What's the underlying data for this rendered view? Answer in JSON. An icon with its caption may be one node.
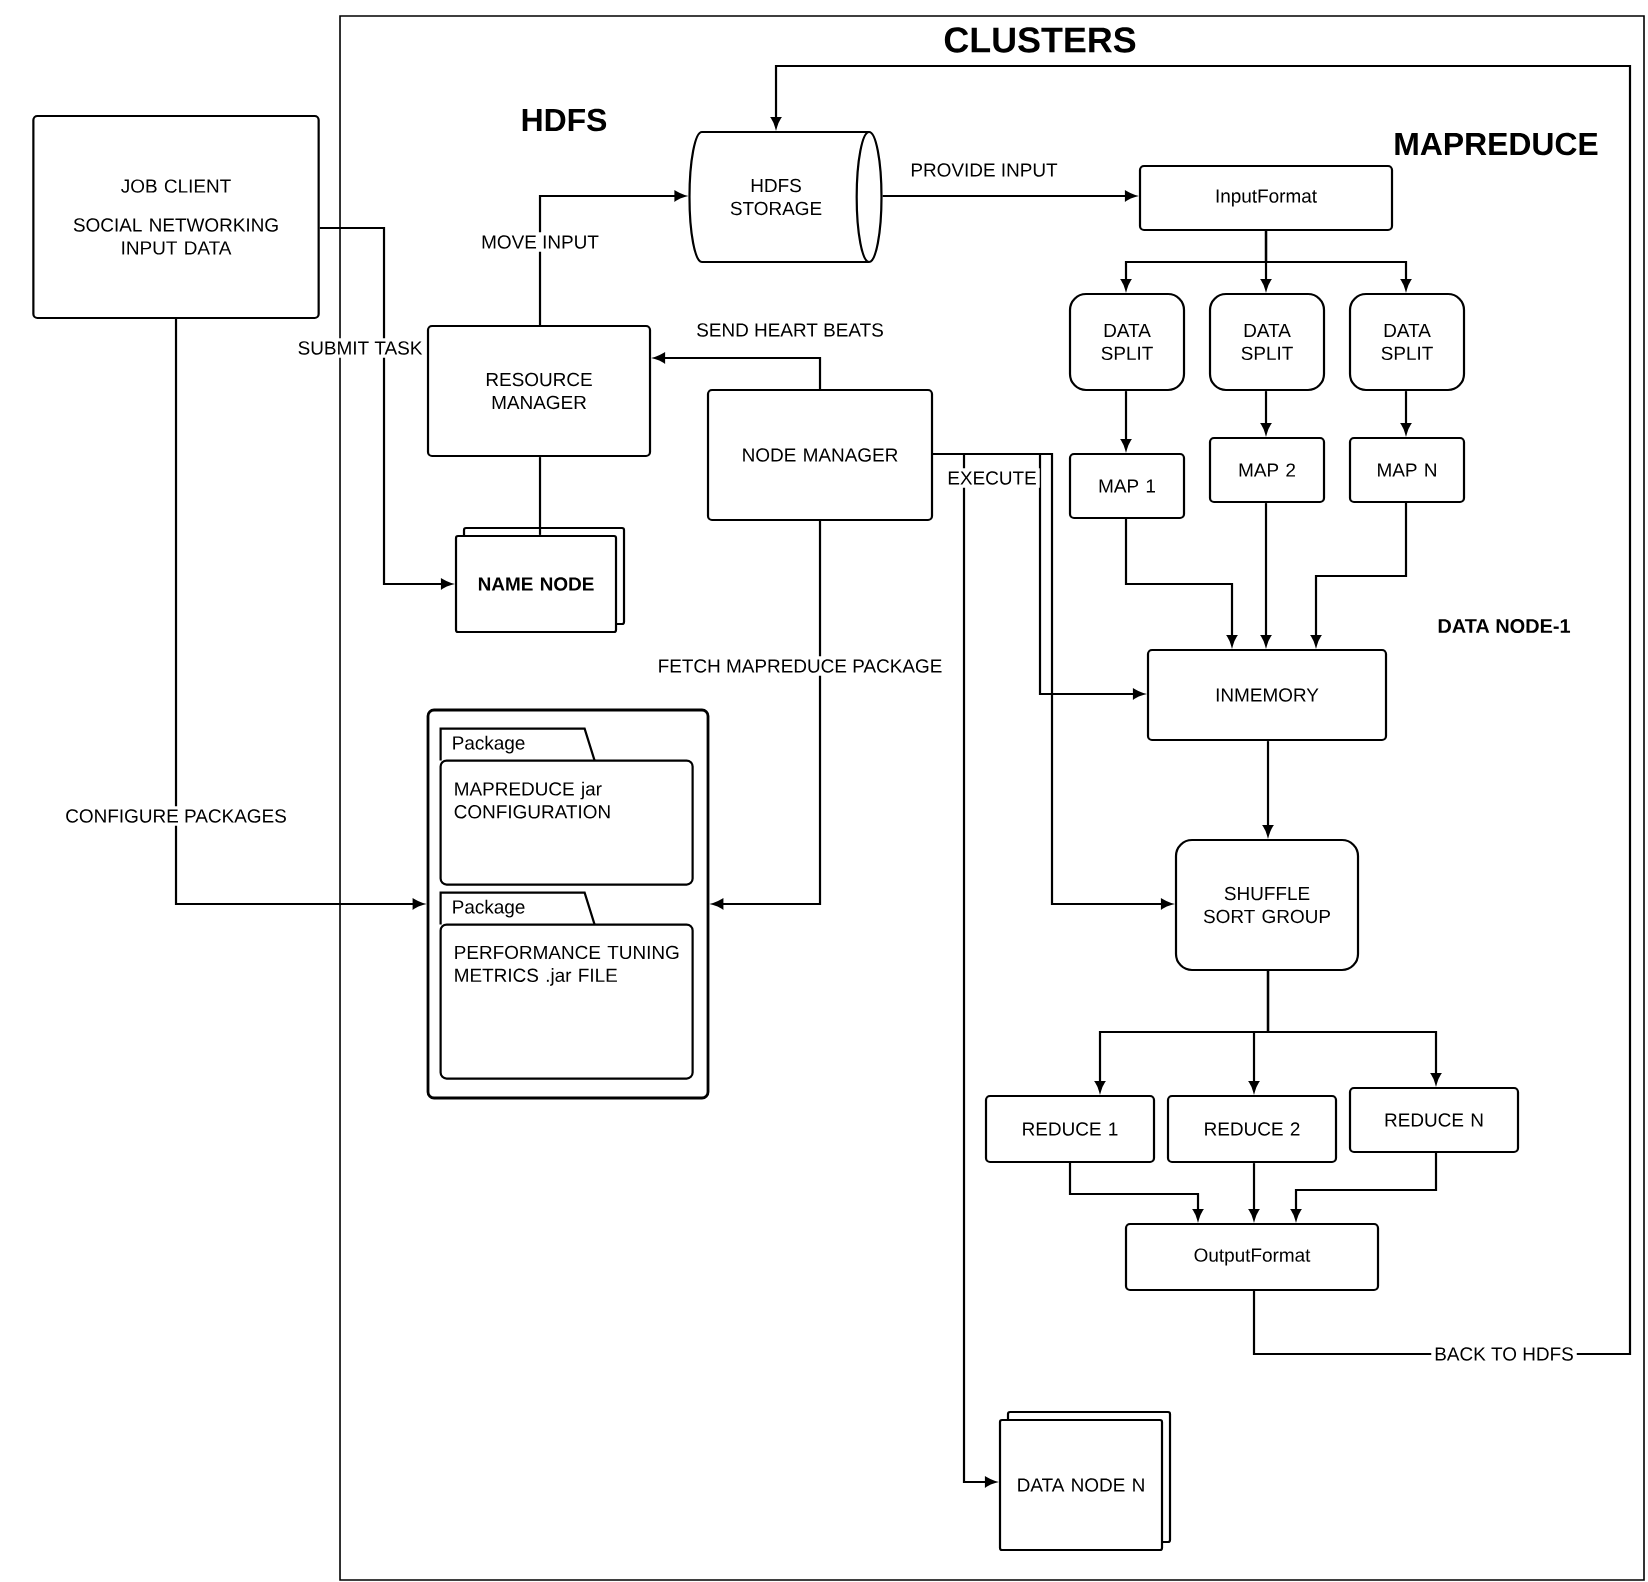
{
  "diagram": {
    "nodes": [
      {
        "text": [
          "CLUSTERS"
        ]
      },
      {
        "text": [
          "JOB CLIENT",
          "SOCIAL NETWORKING INPUT DATA"
        ]
      },
      {
        "text": [
          "HDFS STORAGE"
        ],
        "in": 0
      },
      {
        "text": [
          "InputFormat"
        ],
        "in": 0
      },
      {
        "text": [
          "DATA SPLIT"
        ],
        "in": 0
      },
      {
        "text": [
          "DATA SPLIT"
        ],
        "in": 0
      },
      {
        "text": [
          "DATA SPLIT"
        ],
        "in": 0
      },
      {
        "text": [
          "MAP 1"
        ],
        "in": 0
      },
      {
        "text": [
          "MAP 2"
        ],
        "in": 0
      },
      {
        "text": [
          "MAP N"
        ],
        "in": 0
      },
      {
        "text": [
          "RESOURCE MANAGER"
        ],
        "in": 0
      },
      {
        "text": [
          "NODE MANAGER"
        ],
        "in": 0
      },
      {
        "text": [
          "NAME NODE"
        ],
        "in": 0
      },
      {
        "text": [],
        "shape": "box",
        "in": 0
      },
      {
        "text": [
          "Package",
          "MAPREDUCE jar CONFIGURATION"
        ],
        "in": 13
      },
      {
        "text": [
          "Package",
          "PERFORMANCE TUNING METRICS .jar FILE"
        ],
        "in": 13
      },
      {
        "text": [
          "INMEMORY"
        ],
        "in": 0
      },
      {
        "text": [
          "SHUFFLE SORT GROUP"
        ],
        "in": 0
      },
      {
        "text": [
          "REDUCE 1"
        ],
        "in": 0
      },
      {
        "text": [
          "REDUCE 2"
        ],
        "in": 0
      },
      {
        "text": [
          "REDUCE N"
        ],
        "in": 0
      },
      {
        "text": [
          "OutputFormat"
        ],
        "in": 0
      },
      {
        "text": [
          "DATA NODE N"
        ],
        "in": 0
      }
    ],
    "edges": [
      {
        "from": 1,
        "to": 12,
        "arrow": "to",
        "label": "SUBMIT TASK"
      },
      {
        "from": 10,
        "to": 2,
        "arrow": "to",
        "label": "MOVE INPUT"
      },
      {
        "from": 10,
        "to": 12,
        "arrow": "none"
      },
      {
        "from": 11,
        "to": 10,
        "arrow": "to",
        "label": "SEND HEART BEATS"
      },
      {
        "from": 2,
        "to": 3,
        "arrow": "to",
        "label": "PROVIDE INPUT"
      },
      {
        "from": 3,
        "to": 4,
        "arrow": "to"
      },
      {
        "from": 3,
        "to": 5,
        "arrow": "to"
      },
      {
        "from": 3,
        "to": 6,
        "arrow": "to"
      },
      {
        "from": 4,
        "to": 7,
        "arrow": "to"
      },
      {
        "from": 5,
        "to": 8,
        "arrow": "to"
      },
      {
        "from": 6,
        "to": 9,
        "arrow": "to"
      },
      {
        "from": 7,
        "to": 16,
        "arrow": "to"
      },
      {
        "from": 8,
        "to": 16,
        "arrow": "to"
      },
      {
        "from": 9,
        "to": 16,
        "arrow": "to"
      },
      {
        "from": 11,
        "to": 16,
        "arrow": "to",
        "label": "EXECUTE"
      },
      {
        "from": 11,
        "to": 17,
        "arrow": "to"
      },
      {
        "from": 11,
        "to": 22,
        "arrow": "to"
      },
      {
        "from": 11,
        "to": 13,
        "arrow": "to",
        "label": "FETCH MAPREDUCE PACKAGE"
      },
      {
        "from": 1,
        "to": 13,
        "arrow": "to",
        "label": "CONFIGURE PACKAGES"
      },
      {
        "from": 16,
        "to": 17,
        "arrow": "to"
      },
      {
        "from": 17,
        "to": 18,
        "arrow": "to"
      },
      {
        "from": 17,
        "to": 19,
        "arrow": "to"
      },
      {
        "from": 17,
        "to": 20,
        "arrow": "to"
      },
      {
        "from": 18,
        "to": 21,
        "arrow": "to"
      },
      {
        "from": 19,
        "to": 21,
        "arrow": "to"
      },
      {
        "from": 20,
        "to": 21,
        "arrow": "to"
      },
      {
        "from": 21,
        "to": 2,
        "arrow": "to",
        "label": "BACK TO HDFS"
      }
    ],
    "labels": [
      "HDFS",
      "MAPREDUCE",
      "DATA NODE-1"
    ]
  }
}
